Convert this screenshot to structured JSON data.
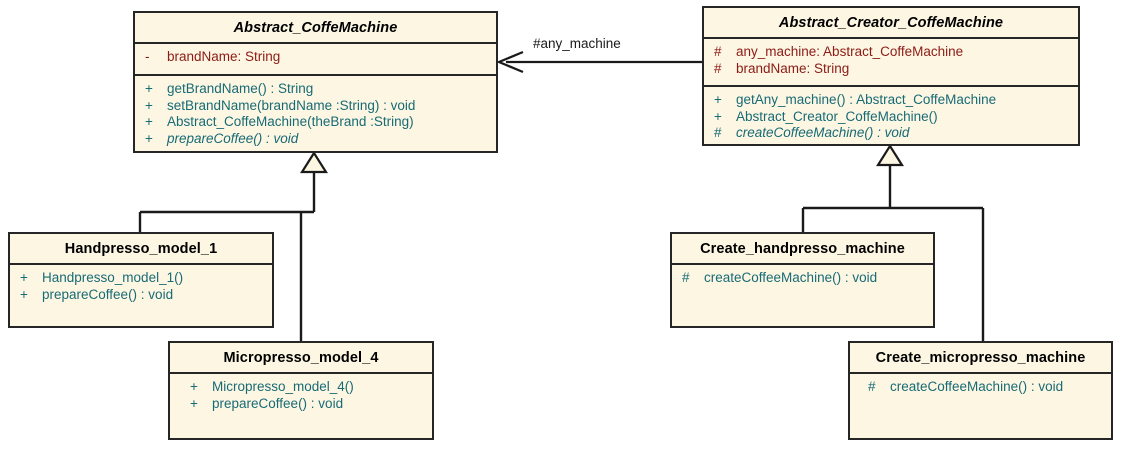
{
  "diagram": {
    "title": "Abstract Factory / Factory Method UML class diagram",
    "background": "#ffffff",
    "class_fill": "#fdf6e3",
    "border_color": "#262626",
    "attribute_color": "#8c1b16",
    "method_color": "#176b75",
    "title_color": "#000000"
  },
  "classes": {
    "abstract_coffe_machine": {
      "name": "Abstract_CoffeMachine",
      "stereotype": "abstract",
      "attributes": [
        {
          "visibility": "-",
          "text": "brandName:  String"
        }
      ],
      "methods": [
        {
          "visibility": "+",
          "text": "getBrandName() : String",
          "abstract": false
        },
        {
          "visibility": "+",
          "text": "setBrandName(brandName :String) : void",
          "abstract": false
        },
        {
          "visibility": "+",
          "text": "Abstract_CoffeMachine(theBrand :String)",
          "abstract": false
        },
        {
          "visibility": "+",
          "text": "prepareCoffee() : void",
          "abstract": true
        }
      ]
    },
    "abstract_creator_coffe_machine": {
      "name": "Abstract_Creator_CoffeMachine",
      "stereotype": "abstract",
      "attributes": [
        {
          "visibility": "#",
          "text": "any_machine:  Abstract_CoffeMachine"
        },
        {
          "visibility": "#",
          "text": "brandName:  String"
        }
      ],
      "methods": [
        {
          "visibility": "+",
          "text": "getAny_machine() : Abstract_CoffeMachine",
          "abstract": false
        },
        {
          "visibility": "+",
          "text": "Abstract_Creator_CoffeMachine()",
          "abstract": false
        },
        {
          "visibility": "#",
          "text": "createCoffeeMachine() : void",
          "abstract": true
        }
      ]
    },
    "handpresso_model_1": {
      "name": "Handpresso_model_1",
      "stereotype": "concrete",
      "attributes": [],
      "methods": [
        {
          "visibility": "+",
          "text": "Handpresso_model_1()",
          "abstract": false
        },
        {
          "visibility": "+",
          "text": "prepareCoffee() : void",
          "abstract": false
        }
      ]
    },
    "micropresso_model_4": {
      "name": "Micropresso_model_4",
      "stereotype": "concrete",
      "attributes": [],
      "methods": [
        {
          "visibility": "+",
          "text": "Micropresso_model_4()",
          "abstract": false
        },
        {
          "visibility": "+",
          "text": "prepareCoffee() : void",
          "abstract": false
        }
      ]
    },
    "create_handpresso_machine": {
      "name": "Create_handpresso_machine",
      "stereotype": "concrete",
      "attributes": [],
      "methods": [
        {
          "visibility": "#",
          "text": "createCoffeeMachine() : void",
          "abstract": false
        }
      ]
    },
    "create_micropresso_machine": {
      "name": "Create_micropresso_machine",
      "stereotype": "concrete",
      "attributes": [],
      "methods": [
        {
          "visibility": "#",
          "text": "createCoffeeMachine() : void",
          "abstract": false
        }
      ]
    }
  },
  "relationships": {
    "association": {
      "label": "#any_machine",
      "from": "Abstract_Creator_CoffeMachine",
      "to": "Abstract_CoffeMachine",
      "type": "association-directed"
    },
    "generalizations": [
      {
        "from": "Handpresso_model_1",
        "to": "Abstract_CoffeMachine"
      },
      {
        "from": "Micropresso_model_4",
        "to": "Abstract_CoffeMachine"
      },
      {
        "from": "Create_handpresso_machine",
        "to": "Abstract_Creator_CoffeMachine"
      },
      {
        "from": "Create_micropresso_machine",
        "to": "Abstract_Creator_CoffeMachine"
      }
    ]
  }
}
